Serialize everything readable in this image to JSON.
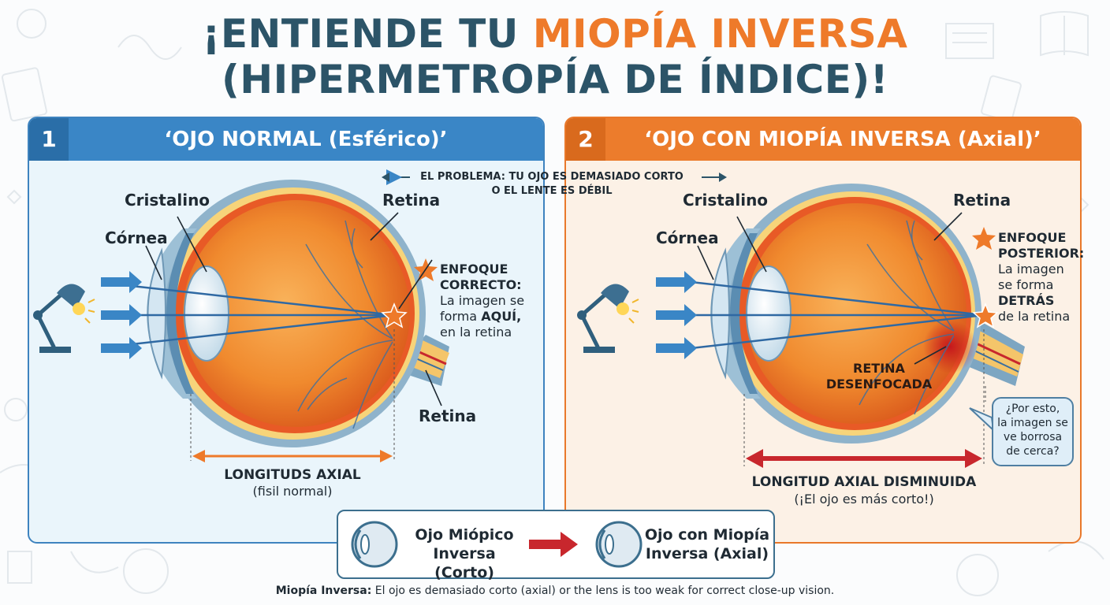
{
  "title": {
    "line1_prefix": "¡ENTIENDE TU ",
    "line1_accent": "MIOPÍA INVERSA",
    "line2": "(HIPERMETROPÍA DE ÍNDICE)!"
  },
  "panel1": {
    "number": "1",
    "title": "‘OJO NORMAL (Esférico)’",
    "labels": {
      "cristalino": "Cristalino",
      "cornea": "Córnea",
      "retina_top": "Retina",
      "retina_bottom": "Retina"
    },
    "focus": {
      "head1": "ENFOQUE",
      "head2": "CORRECTO:",
      "line1": "La imagen se",
      "line2_prefix": "forma ",
      "line2_bold": "AQUÍ,",
      "line3": "en la retina"
    },
    "axial_label": "LONGITUDS AXIAL",
    "axial_sub": "(fisil normal)"
  },
  "panel2": {
    "number": "2",
    "title": "‘OJO CON MIOPÍA INVERSA (Axial)’",
    "labels": {
      "cristalino": "Cristalino",
      "cornea": "Córnea",
      "retina_top": "Retina",
      "blur1": "RETINA",
      "blur2": "DESENFOCADA"
    },
    "focus": {
      "head1": "ENFOQUE",
      "head2": "POSTERIOR:",
      "line1": "La imagen",
      "line2": "se forma",
      "line3_bold": "DETRÁS",
      "line4": "de la retina"
    },
    "axial_label": "LONGITUD AXIAL DISMINUIDA",
    "axial_sub": "(¡El ojo es más corto!)",
    "bubble": {
      "l1": "¿Por esto,",
      "l2": "la imagen se",
      "l3": "ve borrosa",
      "l4": "de cerca?"
    }
  },
  "problem": {
    "line1": "EL PROBLEMA: TU OJO ES DEMASIADO CORTO",
    "line2": "O EL LENTE ES DÉBIL"
  },
  "legend": {
    "left_l1": "Ojo Miópico",
    "left_l2": "Inversa (Corto)",
    "right_l1": "Ojo con Miopía",
    "right_l2": "Inversa (Axial)"
  },
  "footer": {
    "bold": "Miopía Inversa:",
    "text": " El ojo es demasiado corto (axial) or the lens is too weak for correct close-up vision."
  },
  "colors": {
    "blue": "#3a86c6",
    "orange": "#ec7c2c",
    "title": "#2c5468",
    "arrow_red": "#c8272d"
  }
}
